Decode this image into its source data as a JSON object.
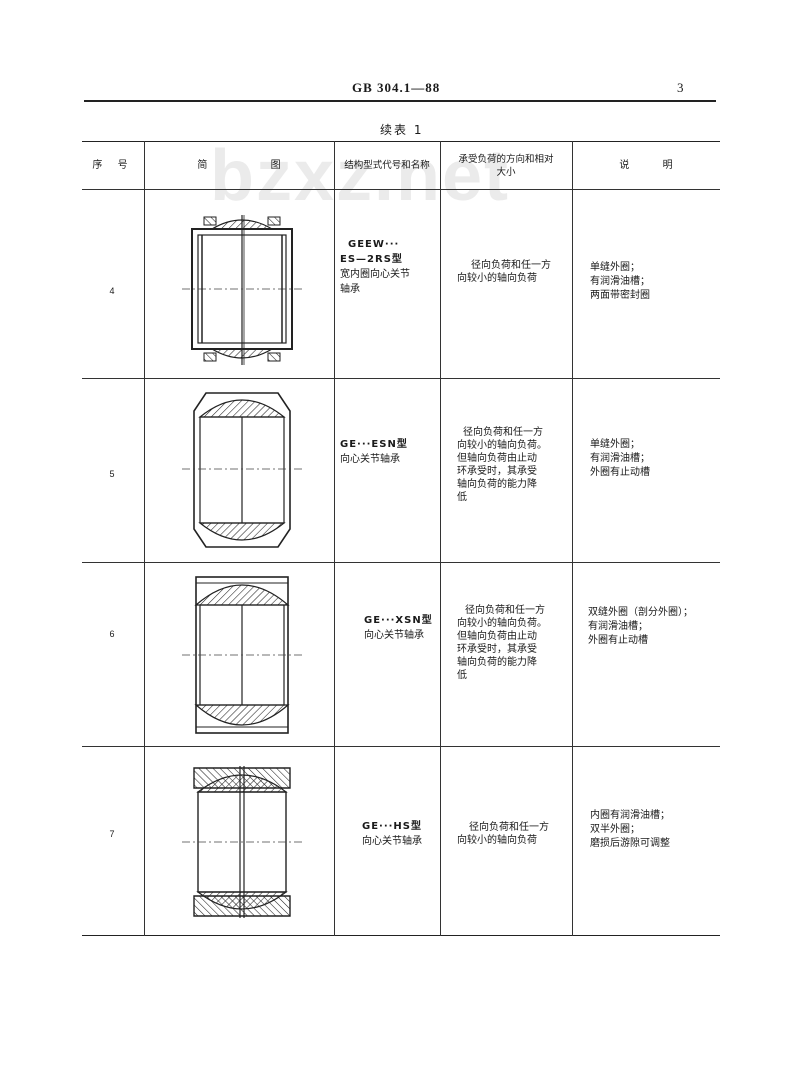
{
  "header": {
    "standard": "GB 304.1—88",
    "page_number": "3"
  },
  "caption": "续表 1",
  "watermark": "bzxz.net",
  "columns": [
    "序 号",
    "简 图",
    "结构型式代号和名称",
    "承受负荷的方向和相对大小",
    "说 明"
  ],
  "rows": [
    {
      "no": "4",
      "code": "GEEW···",
      "name": [
        "ES—2RS型",
        "宽内圈向心关节",
        "轴承"
      ],
      "load": [
        "径向负荷和任一方",
        "向较小的轴向负荷"
      ],
      "note": [
        "单缝外圈；",
        "有润滑油槽；",
        "两面带密封圈"
      ]
    },
    {
      "no": "5",
      "code": "GE···ESN型",
      "name": [
        "向心关节轴承"
      ],
      "load": [
        "径向负荷和任一方",
        "向较小的轴向负荷。",
        "但轴向负荷由止动",
        "环承受时，其承受",
        "轴向负荷的能力降",
        "低"
      ],
      "note": [
        "单缝外圈；",
        "有润滑油槽；",
        "外圈有止动槽"
      ]
    },
    {
      "no": "6",
      "code": "GE···XSN型",
      "name": [
        "向心关节轴承"
      ],
      "load": [
        "径向负荷和任一方",
        "向较小的轴向负荷。",
        "但轴向负荷由止动",
        "环承受时，其承受",
        "轴向负荷的能力降",
        "低"
      ],
      "note": [
        "双缝外圈（剖分外圈）；",
        "有润滑油槽；",
        "外圈有止动槽"
      ]
    },
    {
      "no": "7",
      "code": "GE···HS型",
      "name": [
        "向心关节轴承"
      ],
      "load": [
        "径向负荷和任一方",
        "向较小的轴向负荷"
      ],
      "note": [
        "内圈有润滑油槽；",
        "双半外圈；",
        "磨损后游隙可调整"
      ]
    }
  ]
}
